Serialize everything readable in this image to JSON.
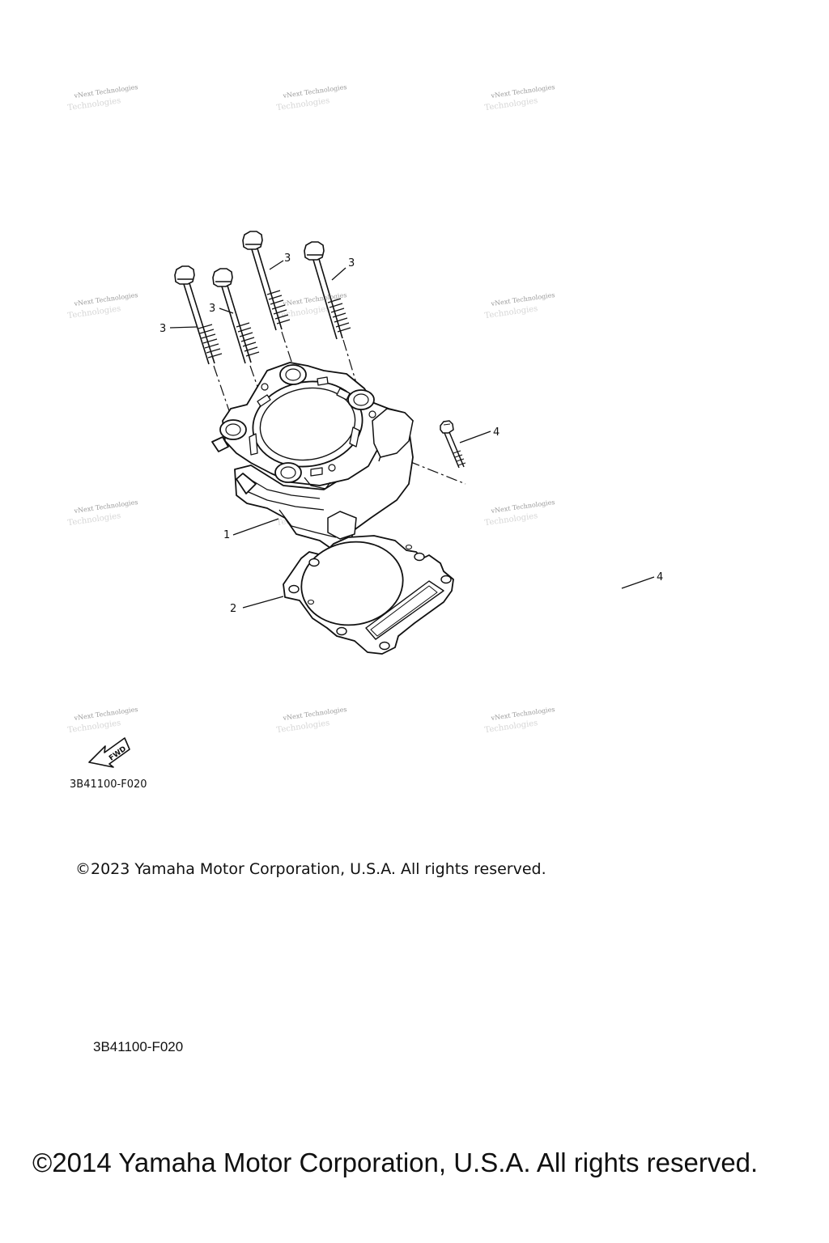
{
  "watermark": {
    "line1": "vNext Technologies",
    "line2": "Technologies"
  },
  "callouts": {
    "cylinder": "1",
    "gasket": "2",
    "stud_bolt_a": "3",
    "stud_bolt_b": "3",
    "stud_bolt_c": "3",
    "stud_bolt_d": "3",
    "bolt": "4",
    "bolt_extra": "4"
  },
  "fwd_label": "FWD",
  "diagram_code_small": "3B41100-F020",
  "copyright_2023": "©2023 Yamaha Motor Corporation, U.S.A. All rights reserved.",
  "diagram_code_large": "3B41100-F020",
  "copyright_2014": "©2014 Yamaha Motor Corporation, U.S.A. All rights reserved."
}
